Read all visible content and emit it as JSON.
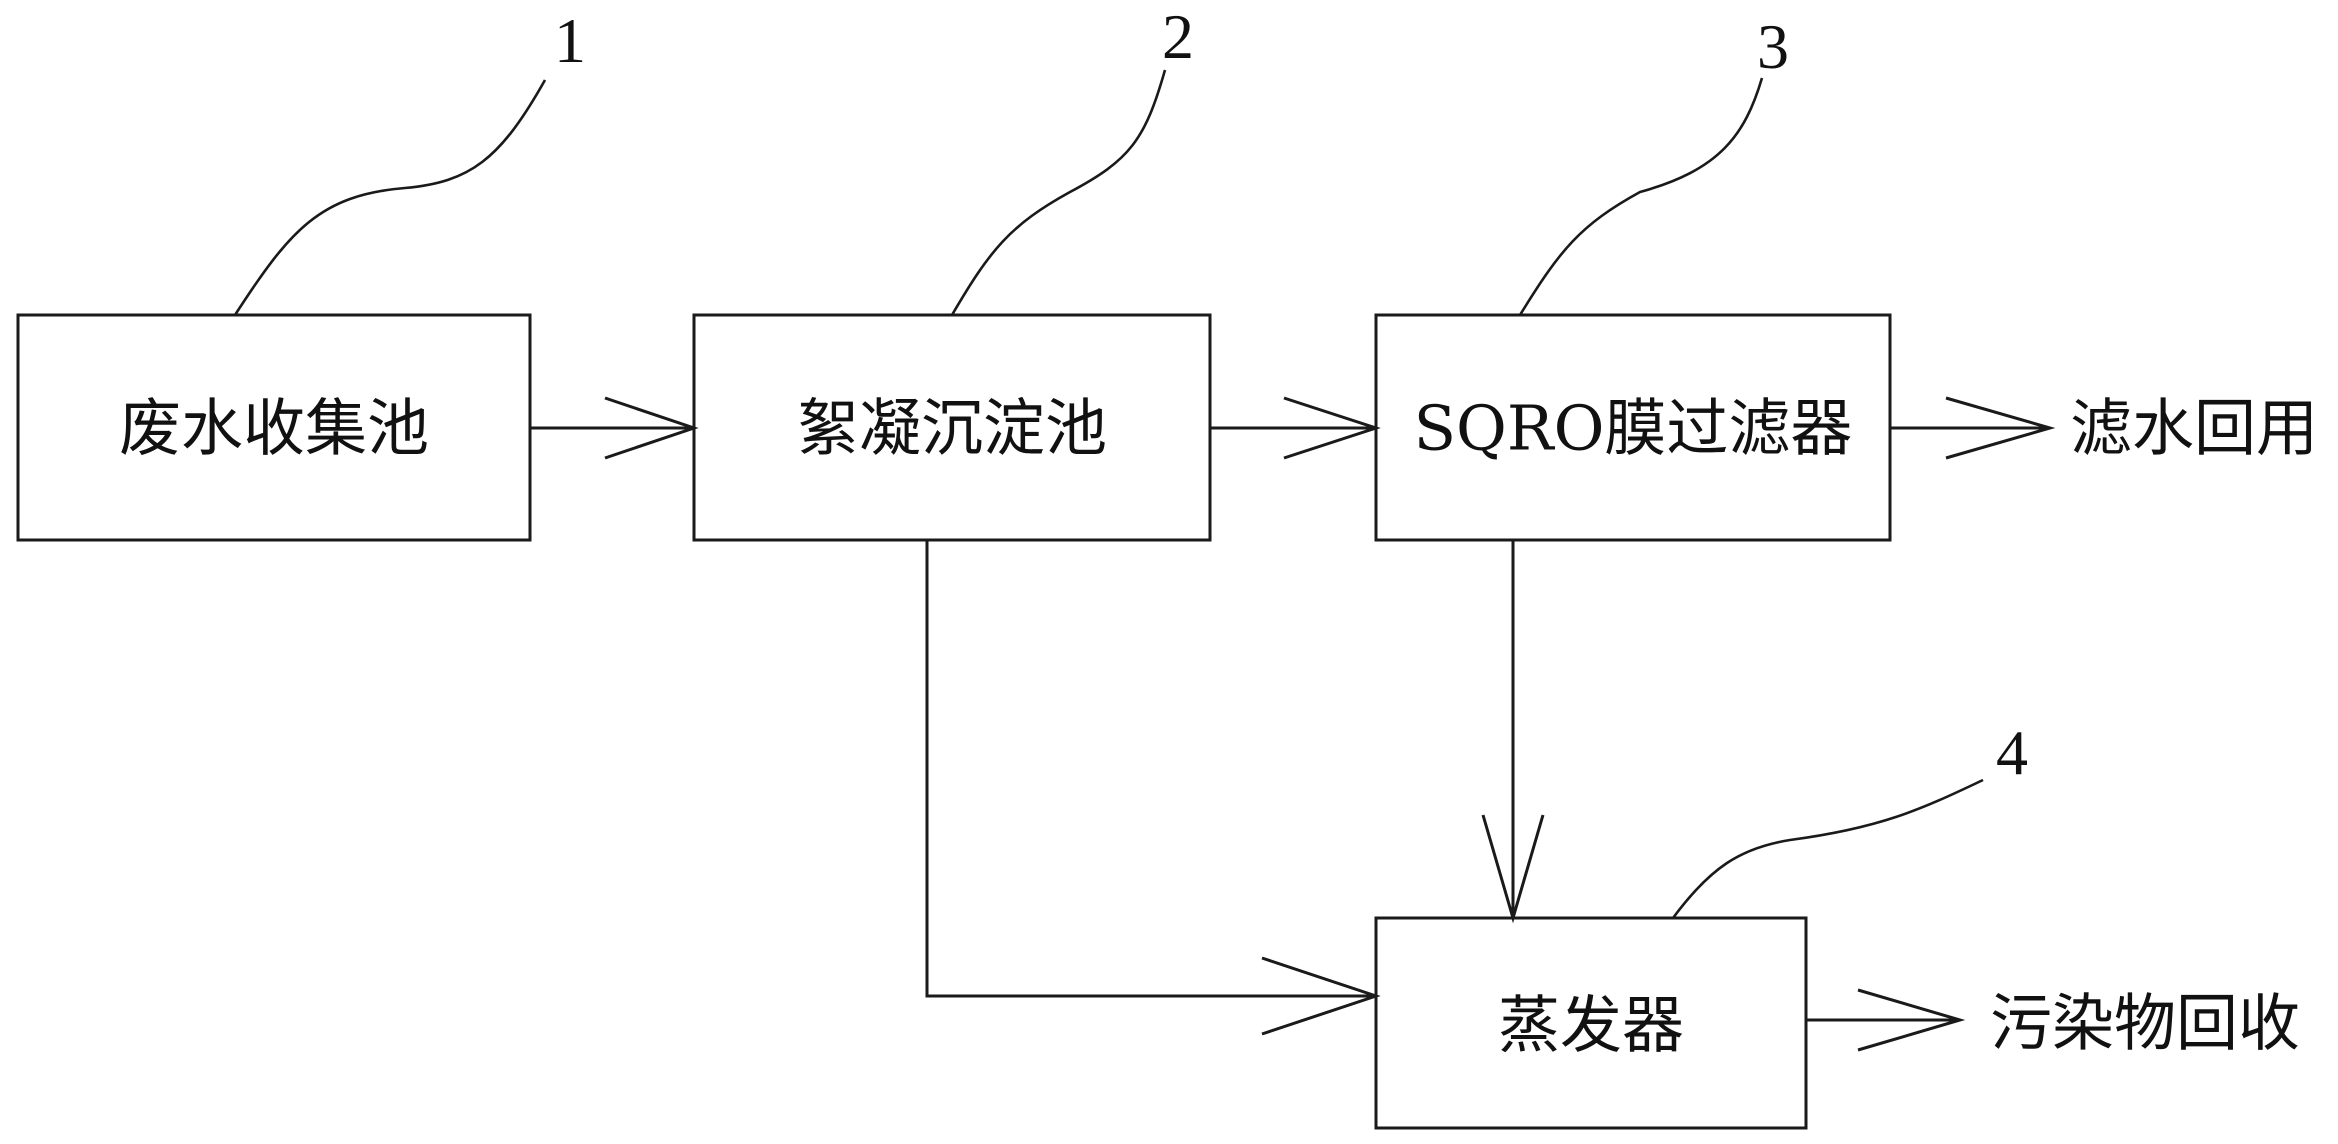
{
  "diagram": {
    "nodes": {
      "collection_tank": "废水收集池",
      "flocculation_tank": "絮凝沉淀池",
      "sqro_filter": "SQRO膜过滤器",
      "evaporator": "蒸发器"
    },
    "outputs": {
      "water_reuse": "滤水回用",
      "pollutant_recovery": "污染物回收"
    },
    "reference_numbers": {
      "collection_tank": "1",
      "flocculation_tank": "2",
      "sqro_filter": "3",
      "evaporator": "4"
    }
  }
}
